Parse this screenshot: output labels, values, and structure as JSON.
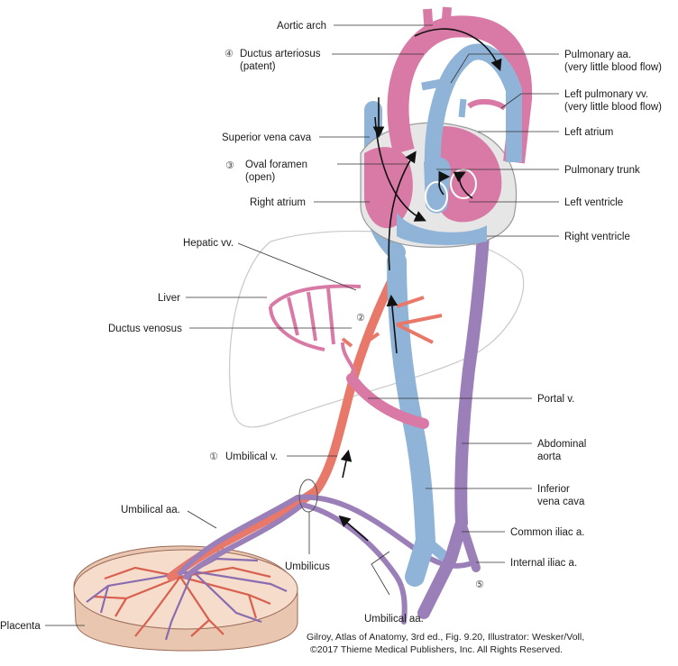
{
  "labels": {
    "aortic_arch": "Aortic arch",
    "ductus_arteriosus": "Ductus arteriosus",
    "ductus_arteriosus_note": "(patent)",
    "superior_vena_cava": "Superior vena cava",
    "oval_foramen": "Oval foramen",
    "oval_foramen_note": "(open)",
    "right_atrium": "Right atrium",
    "hepatic_vv": "Hepatic vv.",
    "liver": "Liver",
    "ductus_venosus": "Ductus venosus",
    "umbilical_v": "Umbilical v.",
    "umbilical_aa_upper": "Umbilical aa.",
    "umbilicus": "Umbilicus",
    "umbilical_aa_lower": "Umbilical aa.",
    "placenta": "Placenta",
    "pulmonary_aa": "Pulmonary aa.",
    "pulmonary_aa_note": "(very little blood flow)",
    "left_pulmonary_vv": "Left pulmonary vv.",
    "left_pulmonary_vv_note": "(very little blood flow)",
    "left_atrium": "Left atrium",
    "pulmonary_trunk": "Pulmonary trunk",
    "left_ventricle": "Left ventricle",
    "right_ventricle": "Right ventricle",
    "portal_v": "Portal v.",
    "abdominal_aorta_1": "Abdominal",
    "abdominal_aorta_2": "aorta",
    "ivc_1": "Inferior",
    "ivc_2": "vena cava",
    "common_iliac": "Common iliac a.",
    "internal_iliac": "Internal iliac a."
  },
  "markers": {
    "m1": "①",
    "m2": "②",
    "m3": "③",
    "m4": "④",
    "m5": "⑤"
  },
  "credit": {
    "line1": "Gilroy, Atlas of Anatomy, 3rd ed., Fig. 9.20, Illustrator: Wesker/Voll,",
    "line2": "©2017 Thieme Medical Publishers, Inc. All Rights Reserved."
  },
  "colors": {
    "arterial": "#e8786a",
    "venous": "#8fb4d8",
    "mixed_pink": "#d97aa6",
    "mixed_purple": "#9b7fb8",
    "heart_wall": "#e6e6e6",
    "placenta": "#f6dccb"
  }
}
